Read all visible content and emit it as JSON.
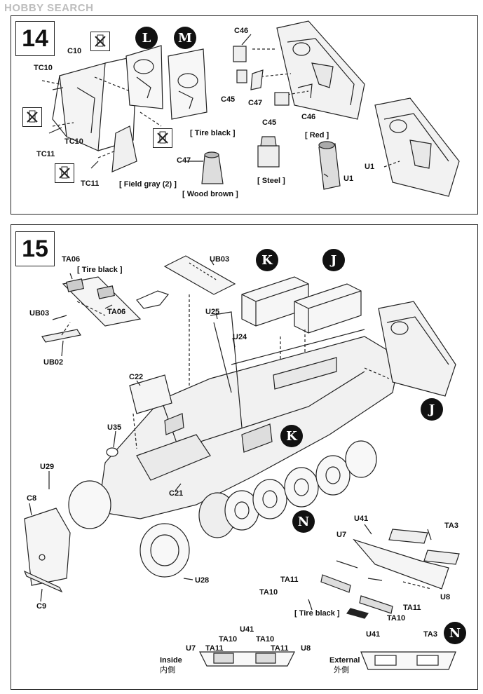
{
  "watermark": "HOBBY SEARCH",
  "step14": {
    "number": "14",
    "parts": [
      "C10",
      "TC10",
      "TC10",
      "TC11",
      "TC11",
      "C46",
      "C45",
      "C47",
      "C46",
      "C45",
      "C47",
      "U1",
      "U1"
    ],
    "colors": {
      "tire_black": "[ Tire black ]",
      "field_gray": "[ Field gray (2) ]",
      "wood_brown": "[ Wood brown ]",
      "steel": "[ Steel ]",
      "red": "[ Red ]"
    },
    "badges": [
      "L",
      "M"
    ]
  },
  "step15": {
    "number": "15",
    "parts": [
      "TA06",
      "TA06",
      "UB03",
      "UB02",
      "UB03",
      "U25",
      "U24",
      "C22",
      "U35",
      "U29",
      "C8",
      "C9",
      "C21",
      "U28",
      "U41",
      "TA3",
      "U7",
      "TA11",
      "TA10",
      "U8",
      "TA11",
      "TA10"
    ],
    "colors": {
      "tire_black_top": "[ Tire black ]",
      "tire_black_bottom": "[ Tire black ]"
    },
    "badges": [
      "K",
      "J",
      "J",
      "K",
      "N",
      "N"
    ],
    "inset_left": {
      "parts": [
        "U41",
        "TA10",
        "TA10",
        "U7",
        "TA11",
        "TA11",
        "U8"
      ],
      "caption_en": "Inside",
      "caption_jp": "内側"
    },
    "inset_right": {
      "parts": [
        "U41",
        "TA3"
      ],
      "caption_en": "External",
      "caption_jp": "外側"
    }
  }
}
